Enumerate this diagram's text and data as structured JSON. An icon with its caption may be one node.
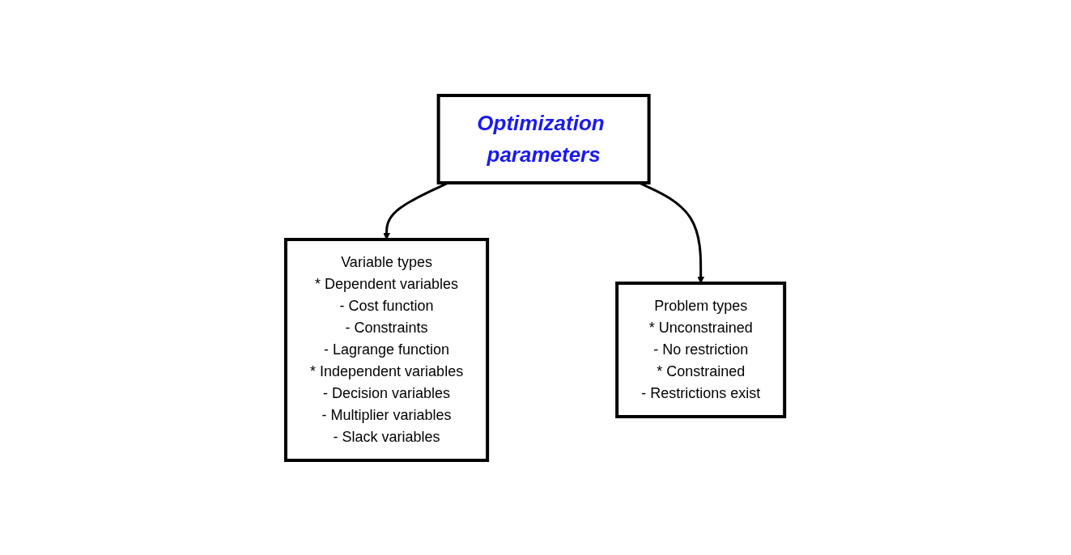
{
  "diagram": {
    "nodes": [
      {
        "text": [
          "Optimization parameters"
        ]
      },
      {
        "text": [
          "Variable types",
          "* Dependent variables",
          "- Cost function",
          "- Constraints",
          "- Lagrange function",
          "* Independent variables",
          "- Decision variables",
          "- Multiplier variables",
          "- Slack variables"
        ]
      },
      {
        "text": [
          "Problem types",
          "* Unconstrained",
          "- No restriction",
          "* Constrained",
          "- Restrictions exist"
        ]
      }
    ],
    "edges": [
      {
        "from": 0,
        "to": 1,
        "arrow": "to"
      },
      {
        "from": 0,
        "to": 2,
        "arrow": "to"
      }
    ]
  }
}
